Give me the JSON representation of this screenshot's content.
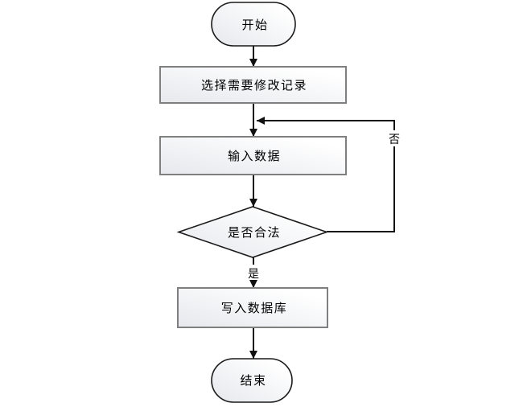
{
  "diagram": {
    "type": "flowchart",
    "background": "#ffffff",
    "nodes": {
      "start": {
        "shape": "terminator",
        "label": "开始"
      },
      "select": {
        "shape": "process",
        "label": "选择需要修改记录"
      },
      "input": {
        "shape": "process",
        "label": "输入数据"
      },
      "decision": {
        "shape": "decision",
        "label": "是否合法"
      },
      "write": {
        "shape": "process",
        "label": "写入数据库"
      },
      "end": {
        "shape": "terminator",
        "label": "结束"
      }
    },
    "edge_labels": {
      "yes": "是",
      "no": "否"
    },
    "edges": [
      {
        "from": "start",
        "to": "select",
        "label": ""
      },
      {
        "from": "select",
        "to": "input",
        "label": ""
      },
      {
        "from": "input",
        "to": "decision",
        "label": ""
      },
      {
        "from": "decision",
        "to": "write",
        "label": "是"
      },
      {
        "from": "decision",
        "to": "input",
        "label": "否"
      },
      {
        "from": "write",
        "to": "end",
        "label": ""
      }
    ],
    "colors": {
      "terminator_border": "#1a1a1a",
      "process_border": "#7f7f7f",
      "decision_border": "#1a1a1a",
      "connector": "#111111",
      "fill_gradient_dark": "#e6e8ed",
      "fill_gradient_light": "#ffffff",
      "text": "#000000"
    }
  }
}
